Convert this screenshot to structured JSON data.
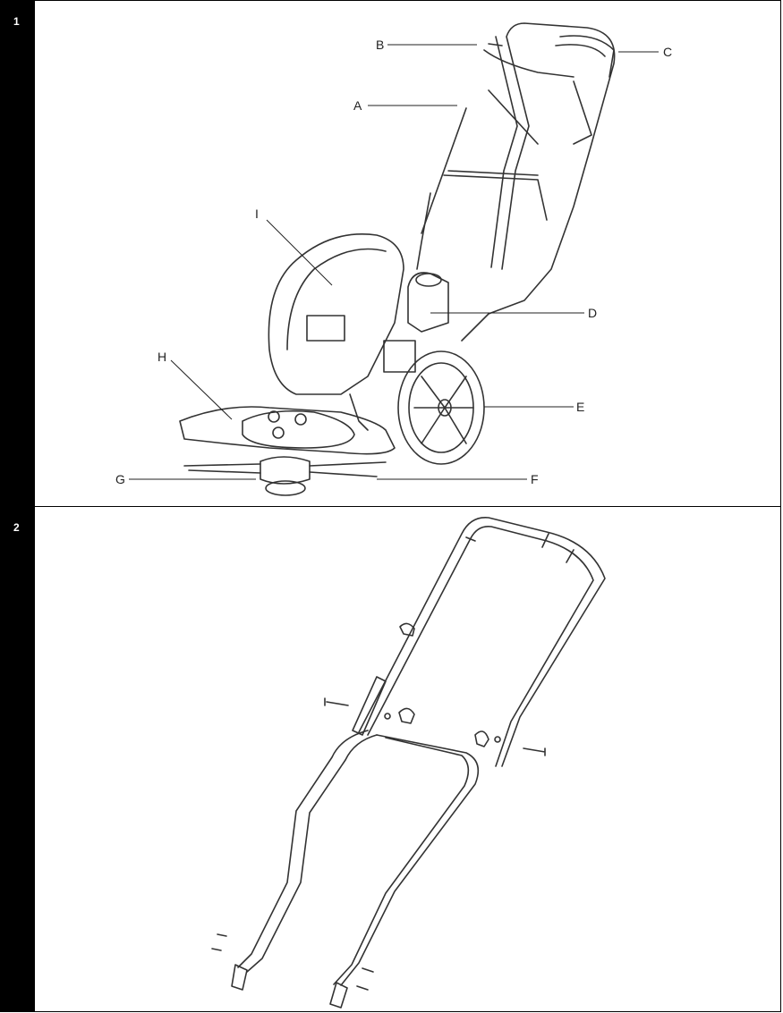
{
  "panels": [
    {
      "number": "1"
    },
    {
      "number": "2"
    }
  ],
  "labels": {
    "A": "A",
    "B": "B",
    "C": "C",
    "D": "D",
    "E": "E",
    "F": "F",
    "G": "G",
    "H": "H",
    "I": "I"
  }
}
